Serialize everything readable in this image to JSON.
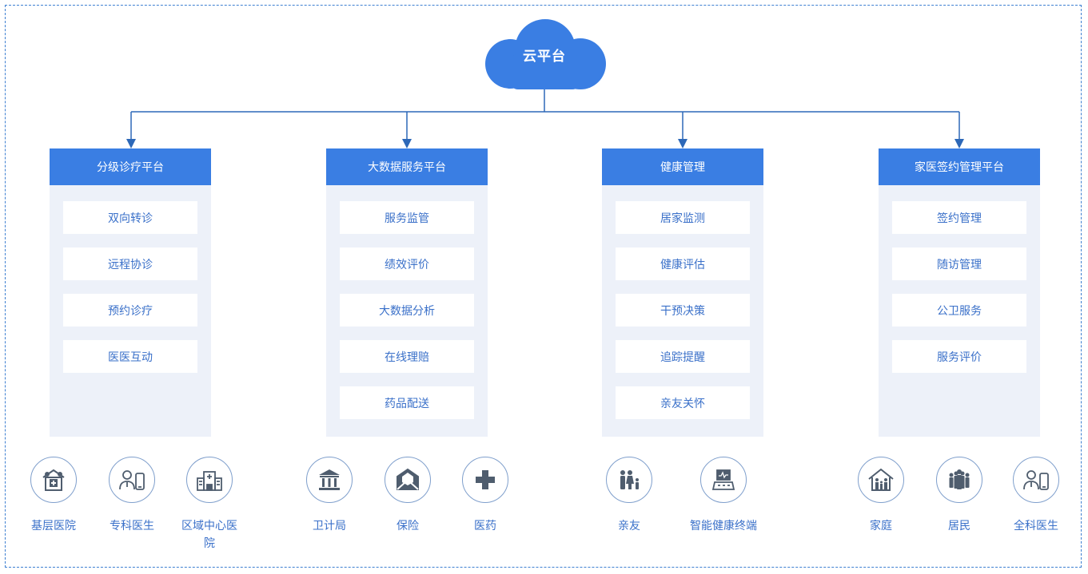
{
  "cloud": {
    "label": "云平台"
  },
  "columns": [
    {
      "title": "分级诊疗平台",
      "items": [
        "双向转诊",
        "远程协诊",
        "预约诊疗",
        "医医互动"
      ]
    },
    {
      "title": "大数据服务平台",
      "items": [
        "服务监管",
        "绩效评价",
        "大数据分析",
        "在线理赔",
        "药品配送"
      ]
    },
    {
      "title": "健康管理",
      "items": [
        "居家监测",
        "健康评估",
        "干预决策",
        "追踪提醒",
        "亲友关怀"
      ]
    },
    {
      "title": "家医签约管理平台",
      "items": [
        "签约管理",
        "随访管理",
        "公卫服务",
        "服务评价"
      ]
    }
  ],
  "entities": [
    {
      "label": "基层医院",
      "icon": "clinic-building-icon"
    },
    {
      "label": "专科医生",
      "icon": "doctor-phone-icon"
    },
    {
      "label": "区域中心医院",
      "icon": "hospital-building-icon"
    },
    {
      "label": "卫计局",
      "icon": "government-building-icon"
    },
    {
      "label": "保险",
      "icon": "insurance-envelope-icon"
    },
    {
      "label": "医药",
      "icon": "medical-cross-icon"
    },
    {
      "label": "亲友",
      "icon": "family-icon"
    },
    {
      "label": "智能健康终端",
      "icon": "health-terminal-icon"
    },
    {
      "label": "家庭",
      "icon": "home-family-icon"
    },
    {
      "label": "居民",
      "icon": "residents-group-icon"
    },
    {
      "label": "全科医生",
      "icon": "doctor-phone-icon"
    }
  ],
  "colors": {
    "primary": "#3a7ee3",
    "column_bg": "#edf1f9",
    "item_text": "#3a70c9",
    "connector": "#2d68b8",
    "icon_stroke": "#6d7f95"
  }
}
